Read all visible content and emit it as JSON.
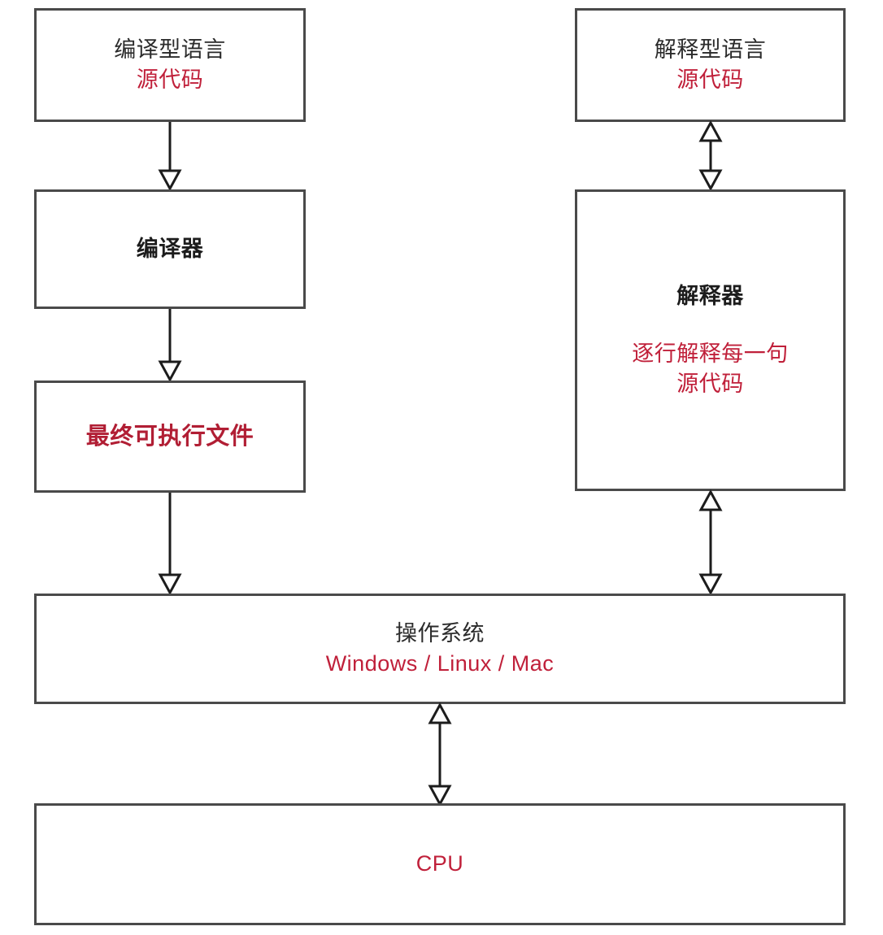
{
  "diagram": {
    "title": "compiled-vs-interpreted-language-execution-flow",
    "colors": {
      "red": "#c0203a",
      "red_bold": "#b11e34",
      "dark": "#1c1c1c",
      "border": "#4a4a4a",
      "background": "#ffffff"
    },
    "nodes": [
      {
        "id": "compiled-source",
        "lines": [
          {
            "text": "编译型语言",
            "style": "dark"
          },
          {
            "text": "源代码",
            "style": "red"
          }
        ]
      },
      {
        "id": "compiler",
        "lines": [
          {
            "text": "编译器",
            "style": "dark-bold"
          }
        ]
      },
      {
        "id": "executable",
        "lines": [
          {
            "text": "最终可执行文件",
            "style": "red-bold"
          }
        ]
      },
      {
        "id": "interpreted-source",
        "lines": [
          {
            "text": "解释型语言",
            "style": "dark"
          },
          {
            "text": "源代码",
            "style": "red"
          }
        ]
      },
      {
        "id": "interpreter",
        "lines": [
          {
            "text": "解释器",
            "style": "dark-bold"
          },
          {
            "text": "逐行解释每一句",
            "style": "red"
          },
          {
            "text": "源代码",
            "style": "red"
          }
        ]
      },
      {
        "id": "operating-system",
        "lines": [
          {
            "text": "操作系统",
            "style": "dark"
          },
          {
            "text": "Windows / Linux / Mac",
            "style": "red"
          }
        ]
      },
      {
        "id": "cpu",
        "lines": [
          {
            "text": "CPU",
            "style": "red"
          }
        ]
      }
    ],
    "labels": {
      "compiled_source_line1": "编译型语言",
      "compiled_source_line2": "源代码",
      "compiler": "编译器",
      "executable": "最终可执行文件",
      "interpreted_source_line1": "解释型语言",
      "interpreted_source_line2": "源代码",
      "interpreter_title": "解释器",
      "interpreter_line1": "逐行解释每一句",
      "interpreter_line2": "源代码",
      "os_line1": "操作系统",
      "os_line2": "Windows / Linux / Mac",
      "cpu": "CPU"
    },
    "connectors": [
      {
        "id": "compiled-source-to-compiler",
        "direction": "down"
      },
      {
        "id": "compiler-to-executable",
        "direction": "down"
      },
      {
        "id": "executable-to-os",
        "direction": "down"
      },
      {
        "id": "interpreted-source-to-interpreter",
        "direction": "both"
      },
      {
        "id": "interpreter-to-os",
        "direction": "both"
      },
      {
        "id": "os-to-cpu",
        "direction": "both"
      }
    ]
  }
}
